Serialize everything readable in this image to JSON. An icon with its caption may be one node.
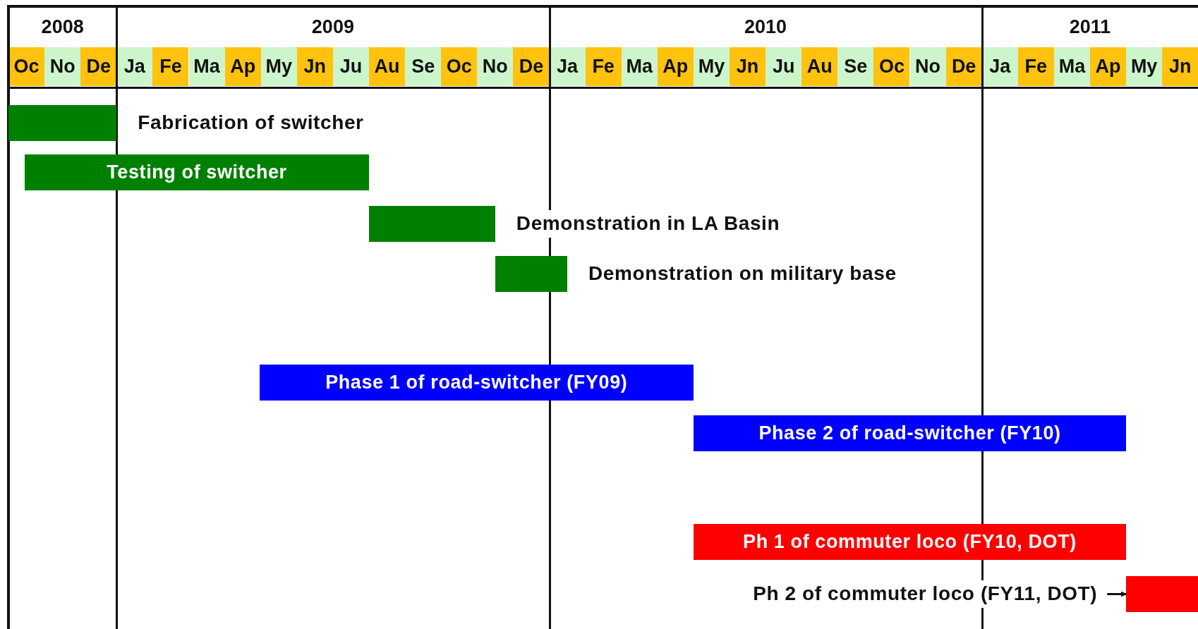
{
  "diagram": {
    "nodes": [
      {
        "text": [],
        "shape": "bar",
        "beside": [
          "Fabrication of switcher"
        ]
      },
      {
        "text": [
          "Testing of switcher"
        ]
      },
      {
        "text": [],
        "shape": "bar",
        "beside": [
          "Demonstration in LA Basin"
        ]
      },
      {
        "text": [],
        "shape": "bar",
        "beside": [
          "Demonstration on military base"
        ]
      },
      {
        "text": [
          "Phase 1 of road-switcher (FY09)"
        ]
      },
      {
        "text": [
          "Phase 2 of road-switcher (FY10)"
        ]
      },
      {
        "text": [
          "Ph 1 of commuter loco (FY10, DOT)"
        ]
      },
      {
        "text": [
          "Ph 2 of commuter loco (FY11, DOT)"
        ]
      },
      {
        "text": [],
        "shape": "bar"
      }
    ],
    "edges": [
      {
        "from": 7,
        "to": 8,
        "arrow": "to"
      }
    ],
    "labels": [
      "2008",
      "2009",
      "2010",
      "2011",
      "Oc",
      "No",
      "De",
      "Ja",
      "Fe",
      "Ma",
      "Ap",
      "My",
      "Jn",
      "Ju",
      "Au",
      "Se",
      "Oc",
      "No",
      "De",
      "Ja",
      "Fe",
      "Ma",
      "Ap",
      "My",
      "Jn",
      "Ju",
      "Au",
      "Se",
      "Oc",
      "No",
      "De",
      "Ja",
      "Fe",
      "Ma",
      "Ap",
      "My",
      "Jn"
    ]
  }
}
